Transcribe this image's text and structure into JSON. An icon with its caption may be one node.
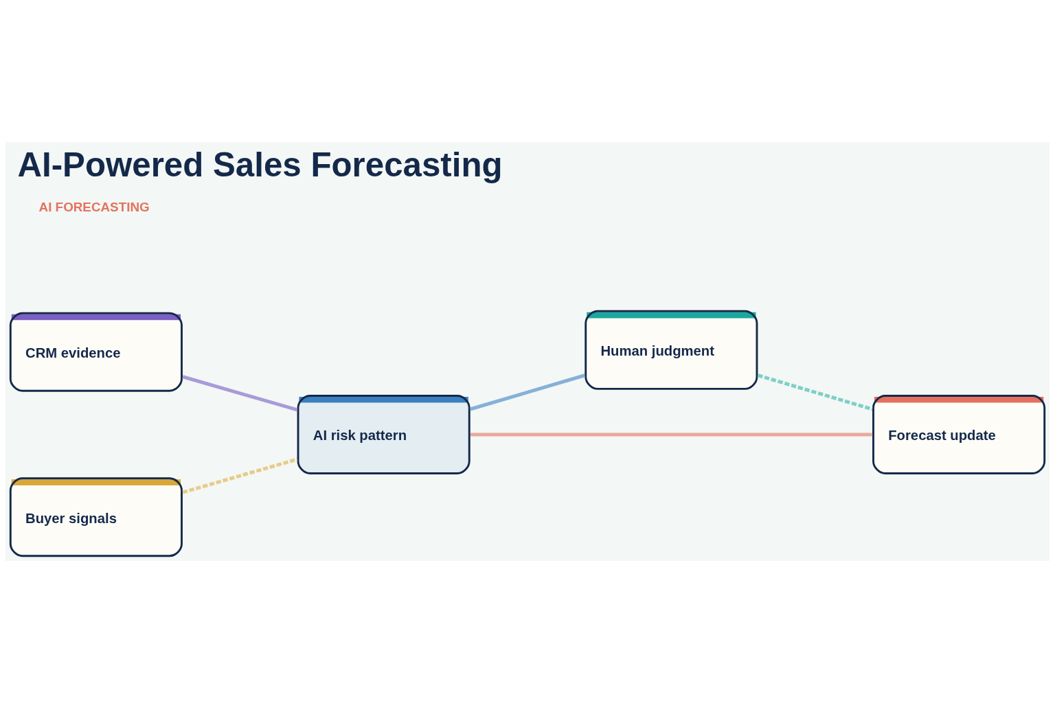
{
  "diagram": {
    "title": "AI-Powered Sales Forecasting",
    "nodes": [
      {
        "text": [
          "CRM evidence"
        ]
      },
      {
        "text": [
          "Buyer signals"
        ]
      },
      {
        "text": [
          "AI risk pattern"
        ]
      },
      {
        "text": [
          "Human judgment"
        ]
      },
      {
        "text": [
          "Forecast update"
        ]
      }
    ],
    "edges": [
      {
        "from": 0,
        "to": 2,
        "arrow": "none",
        "color": "#a99ad8"
      },
      {
        "from": 1,
        "to": 2,
        "arrow": "none",
        "style": "dashed",
        "color": "#e5cc8a"
      },
      {
        "from": 2,
        "to": 3,
        "arrow": "none",
        "color": "#86b0d8"
      },
      {
        "from": 2,
        "to": 4,
        "arrow": "none",
        "color": "#e9a89c"
      },
      {
        "from": 3,
        "to": 4,
        "arrow": "none",
        "style": "dashed",
        "color": "#7fd0c6"
      }
    ],
    "labels": [
      "AI FORECASTING"
    ]
  }
}
